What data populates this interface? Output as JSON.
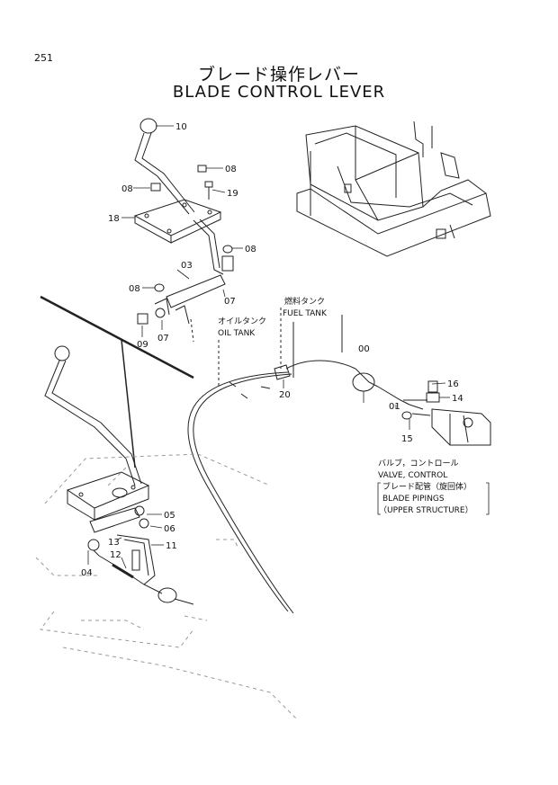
{
  "page_number": "251",
  "title_jp": "ブレード操作レバー",
  "title_en": "BLADE CONTROL LEVER",
  "callouts": [
    {
      "id": "c10a",
      "text": "10"
    },
    {
      "id": "c08a",
      "text": "08"
    },
    {
      "id": "c08b",
      "text": "08"
    },
    {
      "id": "c19",
      "text": "19"
    },
    {
      "id": "c18",
      "text": "18"
    },
    {
      "id": "c08c",
      "text": "08"
    },
    {
      "id": "c03",
      "text": "03"
    },
    {
      "id": "c08d",
      "text": "08"
    },
    {
      "id": "c07a",
      "text": "07"
    },
    {
      "id": "c07b",
      "text": "07"
    },
    {
      "id": "c09",
      "text": "09"
    },
    {
      "id": "c00",
      "text": "00"
    },
    {
      "id": "c16",
      "text": "16"
    },
    {
      "id": "c14",
      "text": "14"
    },
    {
      "id": "c20",
      "text": "20"
    },
    {
      "id": "c01",
      "text": "01"
    },
    {
      "id": "c15",
      "text": "15"
    },
    {
      "id": "c05",
      "text": "05"
    },
    {
      "id": "c06",
      "text": "06"
    },
    {
      "id": "c13",
      "text": "13"
    },
    {
      "id": "c11",
      "text": "11"
    },
    {
      "id": "c12",
      "text": "12"
    },
    {
      "id": "c04",
      "text": "04"
    }
  ],
  "labels": {
    "fuel_tank_jp": "燃料タンク",
    "fuel_tank_en": "FUEL TANK",
    "oil_tank_jp": "オイルタンク",
    "oil_tank_en": "OIL TANK",
    "valve_jp": "バルブ，コントロール",
    "valve_en": "VALVE, CONTROL",
    "blade_pipings_jp": "ブレード配管（旋回体）",
    "blade_pipings_en": "BLADE PIPINGS",
    "upper_structure_en": "（UPPER STRUCTURE）"
  }
}
